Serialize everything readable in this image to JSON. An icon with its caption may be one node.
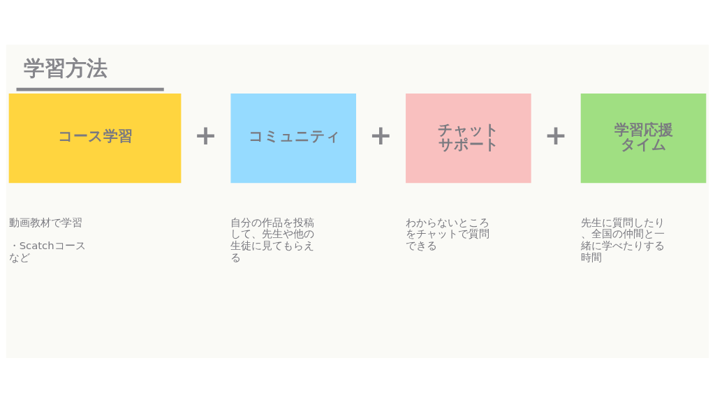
{
  "diagram": {
    "title": "学習方法",
    "nodes": [
      {
        "text": [
          "コース学習"
        ],
        "beside": [
          "動画教材で学習",
          "・Scatchコース",
          "など"
        ]
      },
      {
        "text": [
          "コミュニティ"
        ],
        "beside": [
          "自分の作品を投稿して、先生や他の生徒に見てもらえる"
        ]
      },
      {
        "text": [
          "チャットサポート"
        ],
        "beside": [
          "わからないところをチャットで質問できる"
        ]
      },
      {
        "text": [
          "学習応援タイム"
        ],
        "beside": [
          "先生に質問したり、全国の仲間と一緒に学べたりする時間"
        ]
      }
    ],
    "labels": [
      "+",
      "+",
      "+"
    ]
  }
}
